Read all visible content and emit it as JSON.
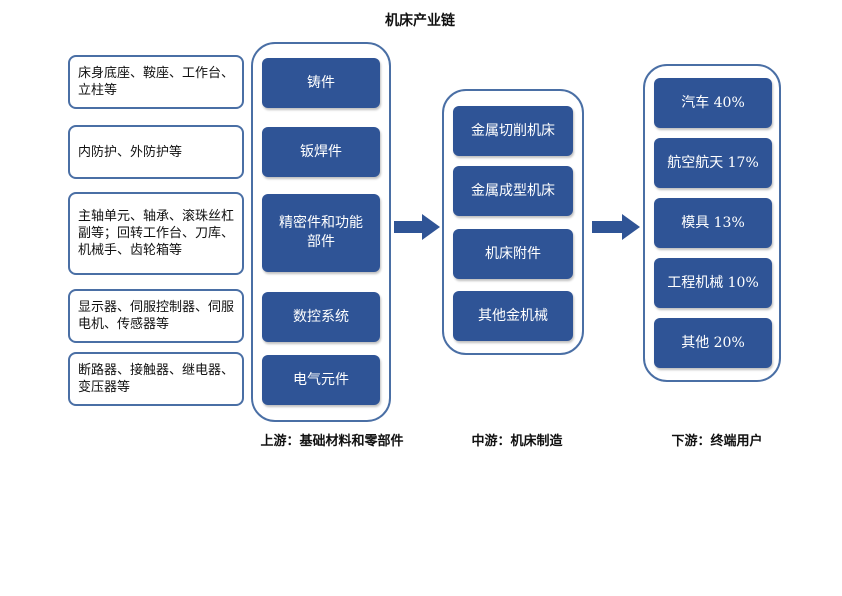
{
  "title": "机床产业链",
  "upstream": {
    "caption": "上游：基础材料和零部件",
    "items": [
      {
        "label": "铸件",
        "desc": "床身底座、鞍座、工作台、立柱等"
      },
      {
        "label": "钣焊件",
        "desc": "内防护、外防护等"
      },
      {
        "label": "精密件和功能部件",
        "desc": "主轴单元、轴承、滚珠丝杠副等；回转工作台、刀库、机械手、齿轮箱等"
      },
      {
        "label": "数控系统",
        "desc": "显示器、伺服控制器、伺服电机、传感器等"
      },
      {
        "label": "电气元件",
        "desc": "断路器、接触器、继电器、变压器等"
      }
    ]
  },
  "midstream": {
    "caption": "中游：机床制造",
    "items": [
      "金属切削机床",
      "金属成型机床",
      "机床附件",
      "其他金机械"
    ]
  },
  "downstream": {
    "caption": "下游：终端用户",
    "items": [
      "汽车 40%",
      "航空航天 17%",
      "模具 13%",
      "工程机械 10%",
      "其他 20%"
    ]
  },
  "colors": {
    "box": "#2f5496",
    "border": "#4a6fa5",
    "arrow": "#2f5496"
  }
}
